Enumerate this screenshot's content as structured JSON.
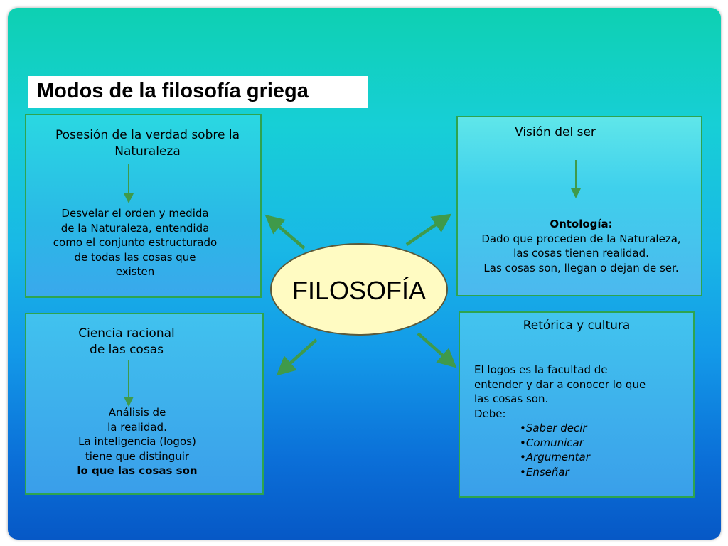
{
  "title": "Modos de la filosofía griega",
  "center": "FILOSOFÍA",
  "top_left": {
    "heading": [
      "Posesión de la verdad sobre la",
      "Naturaleza"
    ],
    "body": [
      "Desvelar el orden y medida",
      "de la Naturaleza, entendida",
      "como el conjunto estructurado",
      "de todas las cosas que",
      "existen"
    ]
  },
  "top_right": {
    "heading": "Visión del ser",
    "body_title": "Ontología:",
    "body": [
      "Dado que proceden de la Naturaleza,",
      "las cosas tienen realidad.",
      "Las cosas son, llegan o dejan de ser."
    ]
  },
  "bottom_left": {
    "heading": [
      "Ciencia racional",
      "de las cosas"
    ],
    "body": [
      "Análisis de",
      "la realidad.",
      "La inteligencia (logos)",
      "tiene que distinguir"
    ],
    "body_bold": "lo que las cosas son"
  },
  "bottom_right": {
    "heading": "Retórica y cultura",
    "body": [
      "El logos es la facultad de",
      "entender y dar a conocer lo que",
      "las cosas son.",
      "Debe:"
    ],
    "items": [
      "•Saber decir",
      "•Comunicar",
      "•Argumentar",
      "•Enseñar"
    ]
  },
  "colors": {
    "border": "#2ea44f",
    "arrow": "#3f9a4a",
    "oval_fill": "#fffbc2"
  }
}
